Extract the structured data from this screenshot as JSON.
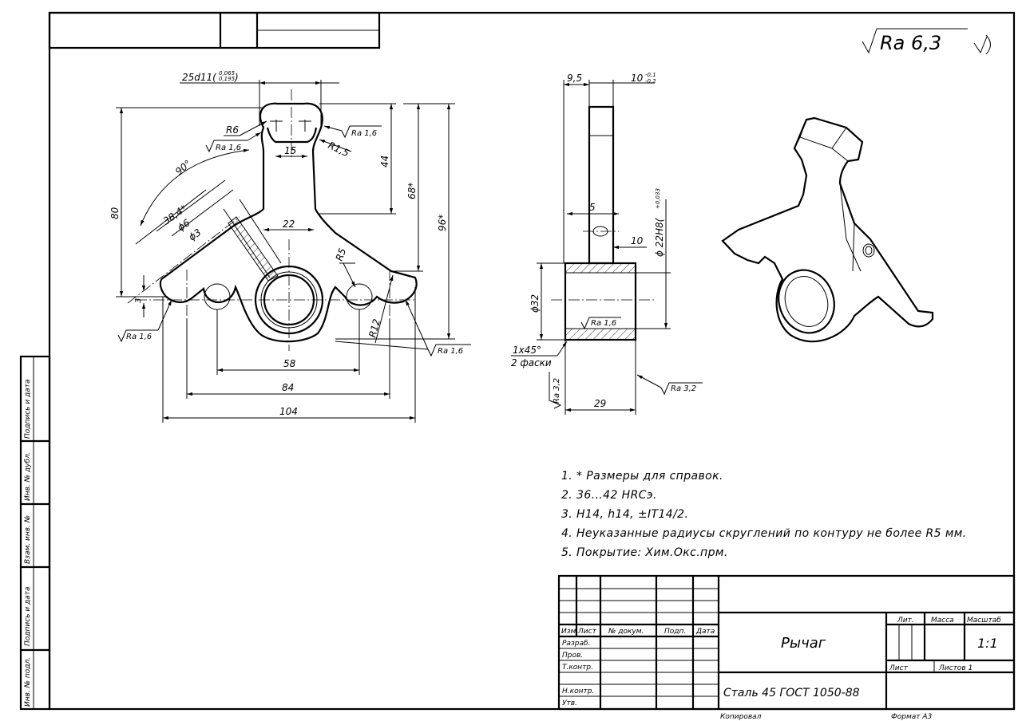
{
  "roughness_main": "Ra 6,3",
  "front_view": {
    "dim_width_tol": "25d11(",
    "dim_width_tol_upper": "0,065",
    "dim_width_tol_lower": "0,195",
    "r6": "R6",
    "ra_left_top": "Ra 1,6",
    "ra_right_top": "Ra 1,6",
    "r15": "R1,5",
    "angle90": "90°",
    "d15": "15",
    "d44": "44",
    "d384": "38,4*",
    "phi6": "ϕ6",
    "phi3": "ϕ3",
    "d80": "80",
    "d68": "68*",
    "d96": "96*",
    "d22": "22",
    "r5": "R5",
    "d3": "3",
    "r12": "R12",
    "ra_bottom_left": "Ra 1,6",
    "ra_bottom_right": "Ra 1,6",
    "d58": "58",
    "d84": "84",
    "d104": "104"
  },
  "side_view": {
    "d95": "9,5",
    "d10_top": "10",
    "d10_top_tol_upper": "-0,1",
    "d10_top_tol_lower": "-0,2",
    "d5": "5",
    "d10": "10",
    "phi22": "ϕ 22H8(",
    "phi22_tol": "+0,033",
    "phi32": "ϕ32",
    "ra_inner": "Ra 1,6",
    "chamfer": "1x45°",
    "chamfer2": "2 фаски",
    "ra32_left": "Ra 3,2",
    "ra32_right": "Ra 3,2",
    "d29": "29"
  },
  "notes": [
    "1. * Размеры для справок.",
    "2. 36...42 HRCэ.",
    "3. H14, h14, ±IT14/2.",
    "4. Неуказанные радиусы скруглений по контуру не более R5 мм.",
    "5. Покрытие: Хим.Окс.прм."
  ],
  "title_block": {
    "part_name": "Рычаг",
    "material": "Сталь 45 ГОСТ 1050-88",
    "col_lit": "Лит.",
    "col_mass": "Масса",
    "col_scale": "Масштаб",
    "scale": "1:1",
    "sheet": "Лист",
    "sheets": "Листов 1",
    "h_izm": "Изм.",
    "h_list": "Лист",
    "h_doc": "№ докум.",
    "h_sign": "Подп.",
    "h_date": "Дата",
    "razrab": "Разраб.",
    "prov": "Пров.",
    "tkontr": "Т.контр.",
    "nkontr": "Н.контр.",
    "utv": "Утв.",
    "copied": "Копировал",
    "format": "Формат А3"
  },
  "side_strip": {
    "s1": "Подпись и дата",
    "s2": "Инв. № дубл.",
    "s3": "Взам. инв. №",
    "s4": "Подпись и дата",
    "s5": "Инв. № подл."
  }
}
